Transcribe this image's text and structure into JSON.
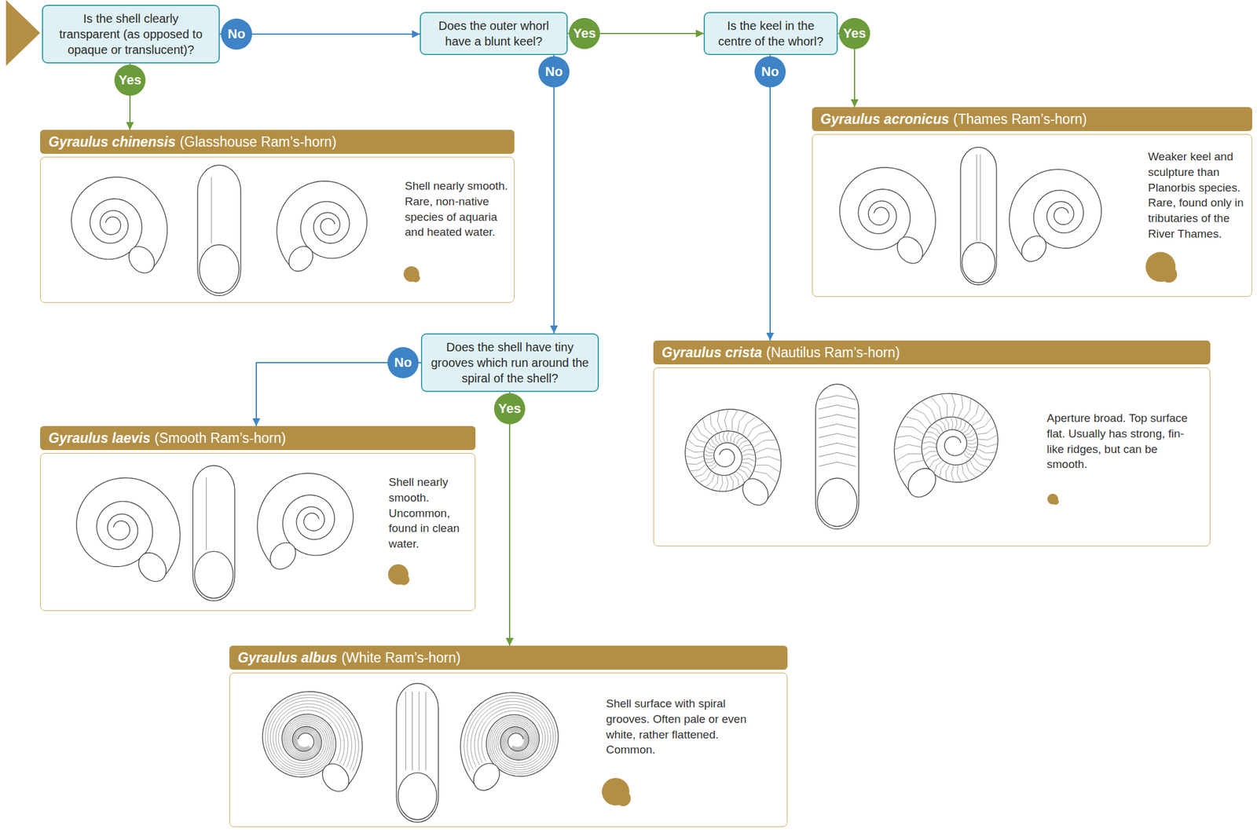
{
  "diagram": {
    "nodes": [
      {
        "text": [
          "Is the shell clearly transparent (as opposed to opaque or translucent)?"
        ]
      },
      {
        "text": [
          "Does the outer whorl have a blunt keel?"
        ]
      },
      {
        "text": [
          "Is the keel in the centre of the whorl?"
        ]
      },
      {
        "text": [
          "Gyraulus chinensis",
          "(Glasshouse Ram’s-horn)",
          "Shell nearly smooth. Rare, non-native species of aquaria and heated water."
        ]
      },
      {
        "text": [
          "Gyraulus acronicus",
          "(Thames Ram’s-horn)",
          "Weaker keel and sculpture than Planorbis species. Rare, found only in tributaries of the River Thames."
        ]
      },
      {
        "text": [
          "Does the shell have tiny grooves which run around the spiral of the shell?"
        ]
      },
      {
        "text": [
          "Gyraulus crista",
          "(Nautilus Ram’s-horn)",
          "Aperture broad. Top surface flat. Usually has strong, fin-like ridges, but can be smooth."
        ]
      },
      {
        "text": [
          "Gyraulus laevis",
          "(Smooth Ram’s-horn)",
          "Shell nearly smooth. Uncommon, found in clean water."
        ]
      },
      {
        "text": [
          "Gyraulus albus",
          "(White Ram’s-horn)",
          "Shell surface with spiral grooves. Often pale or even white, rather flattened. Common."
        ]
      }
    ],
    "edges": [
      {
        "from": 0,
        "to": 3,
        "label": "Yes",
        "arrow": "to"
      },
      {
        "from": 0,
        "to": 1,
        "label": "No",
        "arrow": "to"
      },
      {
        "from": 1,
        "to": 2,
        "label": "Yes",
        "arrow": "to"
      },
      {
        "from": 1,
        "to": 5,
        "label": "No",
        "arrow": "to"
      },
      {
        "from": 2,
        "to": 4,
        "label": "Yes",
        "arrow": "to"
      },
      {
        "from": 2,
        "to": 6,
        "label": "No",
        "arrow": "to"
      },
      {
        "from": 5,
        "to": 7,
        "label": "No",
        "arrow": "to"
      },
      {
        "from": 5,
        "to": 8,
        "label": "Yes",
        "arrow": "to"
      }
    ]
  }
}
